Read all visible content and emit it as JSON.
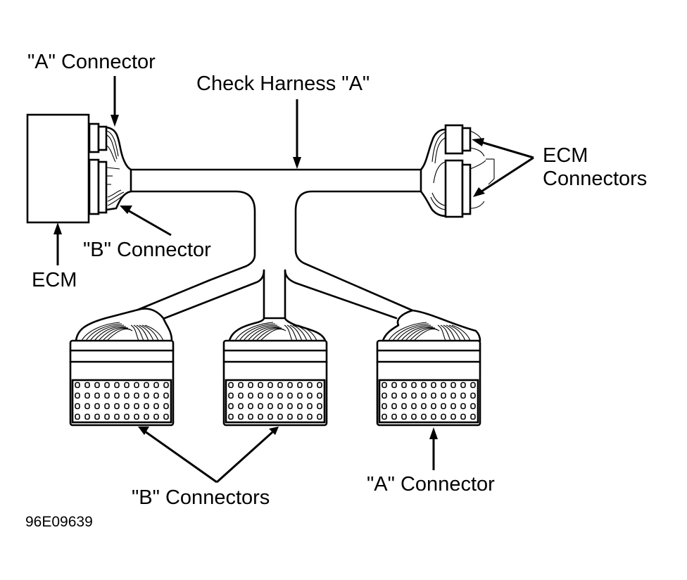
{
  "diagram": {
    "figure_code": "96E09639",
    "labels": {
      "ecm_a_connector": "\"A\" Connector",
      "check_harness": "Check Harness \"A\"",
      "ecm_connectors_line1": "ECM",
      "ecm_connectors_line2": "Connectors",
      "ecm_b_connector": "\"B\" Connector",
      "ecm": "ECM",
      "b_connectors": "\"B\" Connectors",
      "harness_a_connector": "\"A\" Connector"
    },
    "components": [
      {
        "id": "ecm",
        "name": "ECM"
      },
      {
        "id": "ecm-a-connector",
        "name": "\"A\" Connector",
        "attached_to": "ECM"
      },
      {
        "id": "ecm-b-connector",
        "name": "\"B\" Connector",
        "attached_to": "ECM"
      },
      {
        "id": "check-harness",
        "name": "Check Harness \"A\""
      },
      {
        "id": "harness-ecm-connectors",
        "name": "ECM Connectors",
        "count": 2
      },
      {
        "id": "harness-b-connector-1",
        "name": "\"B\" Connector"
      },
      {
        "id": "harness-b-connector-2",
        "name": "\"B\" Connector"
      },
      {
        "id": "harness-a-connector",
        "name": "\"A\" Connector"
      }
    ],
    "pin_grid": {
      "columns": 10,
      "rows": 4
    },
    "colors": {
      "line": "#000000",
      "background": "#ffffff"
    }
  }
}
